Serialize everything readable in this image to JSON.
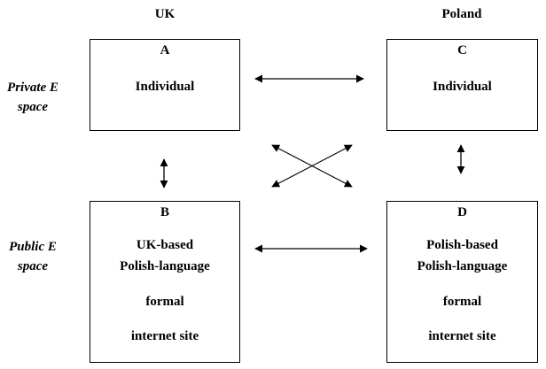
{
  "columns": {
    "left": "UK",
    "right": "Poland"
  },
  "rows": {
    "private": {
      "line1": "Private E",
      "line2": "space"
    },
    "public": {
      "line1": "Public E",
      "line2": "space"
    }
  },
  "boxes": {
    "A": {
      "letter": "A",
      "lines": [
        "Individual"
      ]
    },
    "C": {
      "letter": "C",
      "lines": [
        "Individual"
      ]
    },
    "B": {
      "letter": "B",
      "lines": [
        "UK-based",
        "Polish-language",
        "formal",
        "internet site"
      ]
    },
    "D": {
      "letter": "D",
      "lines": [
        "Polish-based",
        "Polish-language",
        "formal",
        "internet site"
      ]
    }
  },
  "colors": {
    "line": "#000000",
    "background": "#ffffff"
  }
}
